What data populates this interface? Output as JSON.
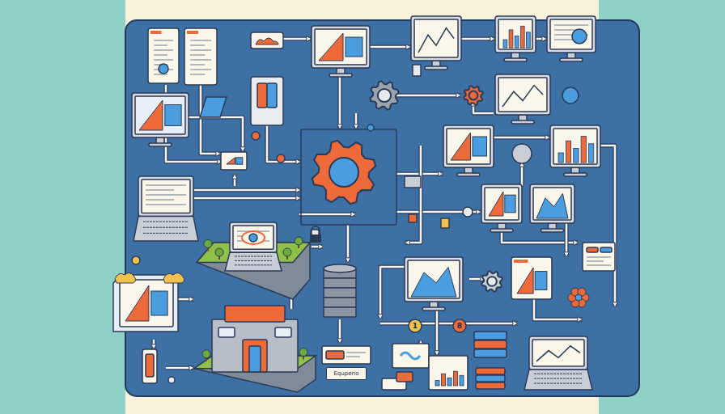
{
  "diagram": {
    "nodes": [
      {
        "text": [
          "Equperio"
        ]
      }
    ],
    "labels": [
      "1",
      "8"
    ]
  }
}
